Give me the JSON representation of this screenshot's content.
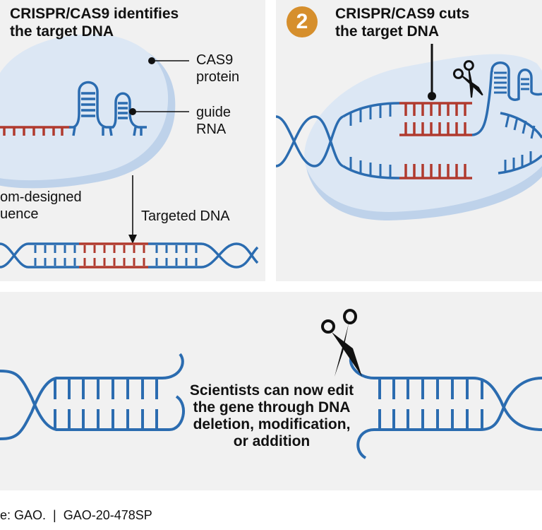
{
  "colors": {
    "panel_bg": "#f1f1f1",
    "dna_blue": "#2b6cb0",
    "dna_red": "#b03a2e",
    "protein": "#dce7f4",
    "protein_shadow": "#bed2ea",
    "badge": "#d68f2d",
    "ink": "#111111"
  },
  "step1": {
    "title_line1": "CRISPR/CAS9 identifies",
    "title_line2": "the target DNA",
    "label_cas9_line1": "CAS9",
    "label_cas9_line2": "protein",
    "label_guide_line1": "guide",
    "label_guide_line2": "RNA",
    "label_custom_line1": "om-designed",
    "label_custom_line2": "uence",
    "label_targeted": "Targeted DNA"
  },
  "step2": {
    "badge": "2",
    "title_line1": "CRISPR/CAS9 cuts",
    "title_line2": "the target DNA"
  },
  "step3": {
    "text_line1": "Scientists can now edit",
    "text_line2": "the gene through DNA",
    "text_line3": "deletion, modification,",
    "text_line4": "or addition"
  },
  "footer": {
    "source": "e: GAO.  |  GAO-20-478SP"
  }
}
